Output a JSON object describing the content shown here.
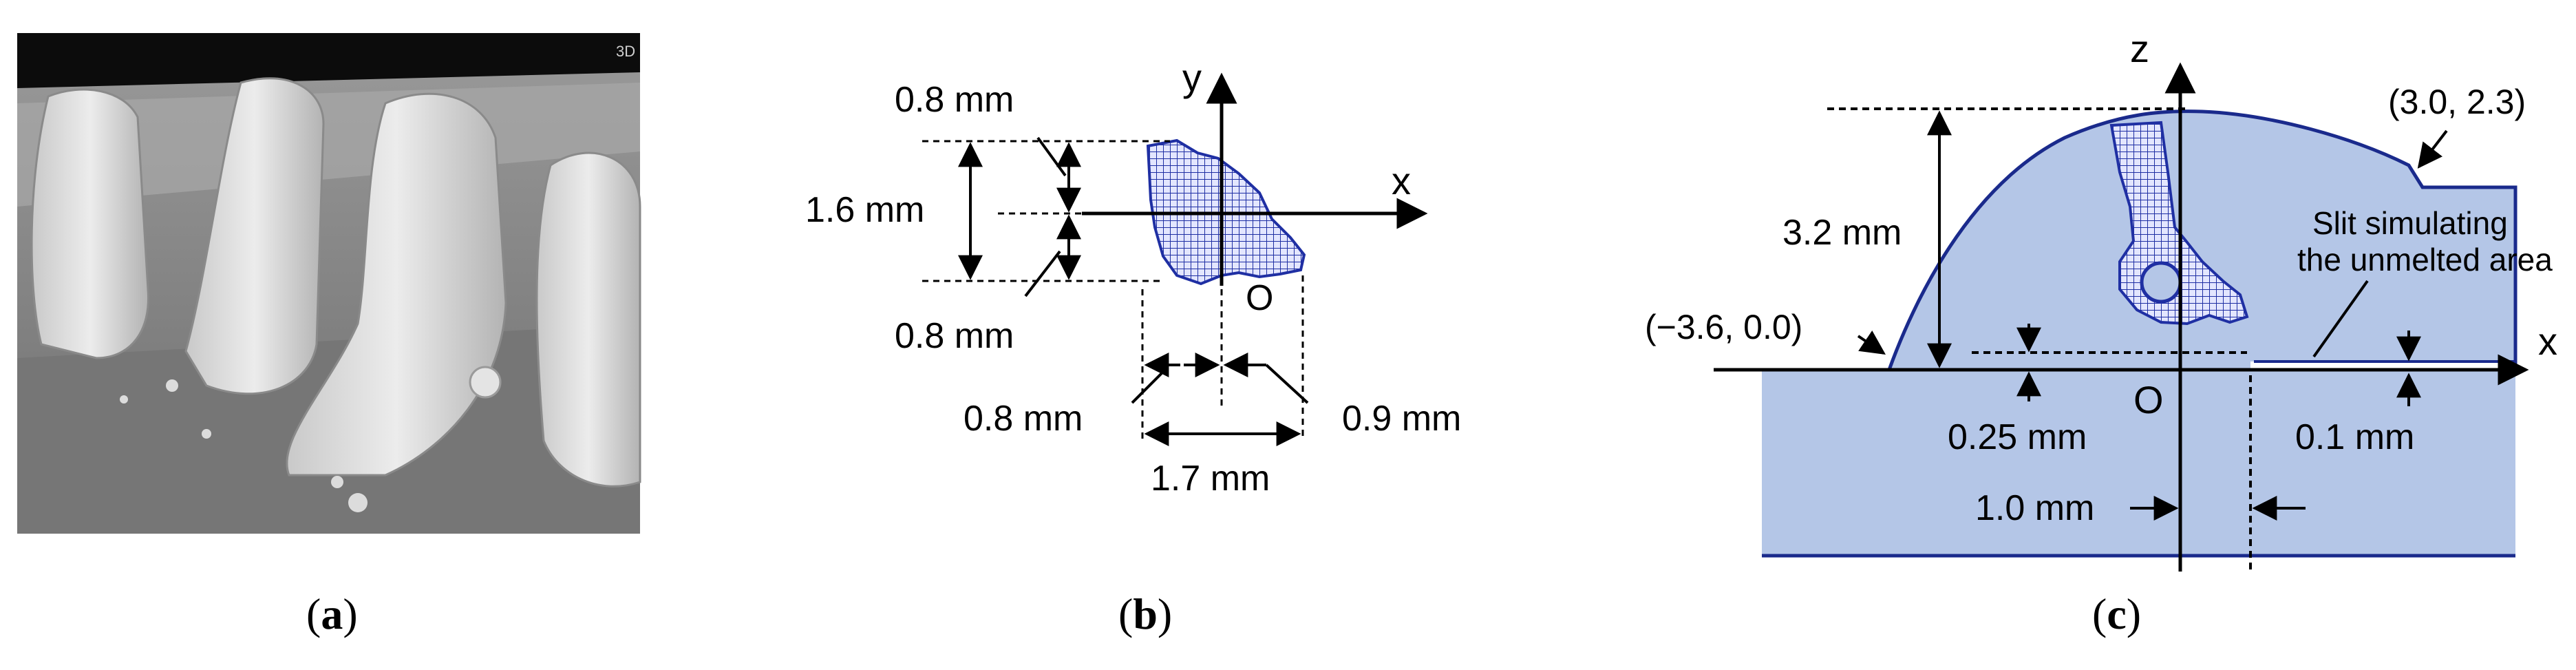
{
  "figure": {
    "panels": [
      {
        "id": "a",
        "caption_letter": "a",
        "badge": "3D"
      },
      {
        "id": "b",
        "caption_letter": "b",
        "axis_x": "x",
        "axis_y": "y",
        "origin": "O",
        "dims": {
          "top_half": "0.8 mm",
          "total_height": "1.6 mm",
          "bottom_half": "0.8 mm",
          "left_width": "0.8 mm",
          "right_width": "0.9 mm",
          "total_width": "1.7 mm"
        }
      },
      {
        "id": "c",
        "caption_letter": "c",
        "axis_x": "x",
        "axis_z": "z",
        "origin": "O",
        "coord_left": "(−3.6, 0.0)",
        "coord_right": "(3.0, 2.3)",
        "height": "3.2 mm",
        "gap_left": "0.25 mm",
        "gap_right": "0.1 mm",
        "offset": "1.0 mm",
        "slit_line1": "Slit simulating",
        "slit_line2": "the unmelted area"
      }
    ]
  },
  "colors": {
    "bead_fill": "#b4c6e7",
    "mesh_blue": "#1f2fa3",
    "outline": "#1a2a8c",
    "photo_bg": "#8c8c8c"
  }
}
